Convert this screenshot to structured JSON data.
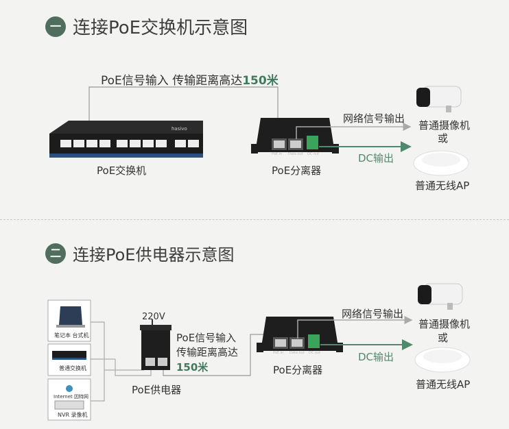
{
  "section1": {
    "badge": "一",
    "title": "连接PoE交换机示意图",
    "signal_label_prefix": "PoE信号输入 传输距离高达",
    "signal_label_value": "150米",
    "switch_label": "PoE交换机",
    "switch_brand": "hasivo",
    "splitter_label": "PoE分离器",
    "port_labels": [
      "PoE in",
      "Data out",
      "DC out"
    ],
    "network_output": "网络信号输出",
    "dc_output": "DC输出",
    "camera_label": "普通摄像机",
    "or_label": "或",
    "ap_label": "普通无线AP"
  },
  "section2": {
    "badge": "二",
    "title": "连接PoE供电器示意图",
    "voltage": "220V",
    "signal_label_line1": "PoE信号输入",
    "signal_label_line2": "传输距离高达",
    "signal_label_value": "150米",
    "injector_label": "PoE供电器",
    "splitter_label": "PoE分离器",
    "port_labels": [
      "PoE in",
      "Data out",
      "DC out"
    ],
    "network_output": "网络信号输出",
    "dc_output": "DC输出",
    "camera_label": "普通摄像机",
    "or_label": "或",
    "ap_label": "普通无线AP",
    "devices": [
      {
        "label": "笔记本 台式机",
        "icon": "laptop-icon"
      },
      {
        "label": "普通交换机",
        "icon": "switch-icon"
      },
      {
        "label": "NVR 录像机",
        "icon": "nvr-icon",
        "sub": "Internet 因特网"
      }
    ]
  },
  "colors": {
    "accent": "#4f6e5e",
    "dc_arrow": "#4f8a6e",
    "line": "#aaaaaa"
  }
}
